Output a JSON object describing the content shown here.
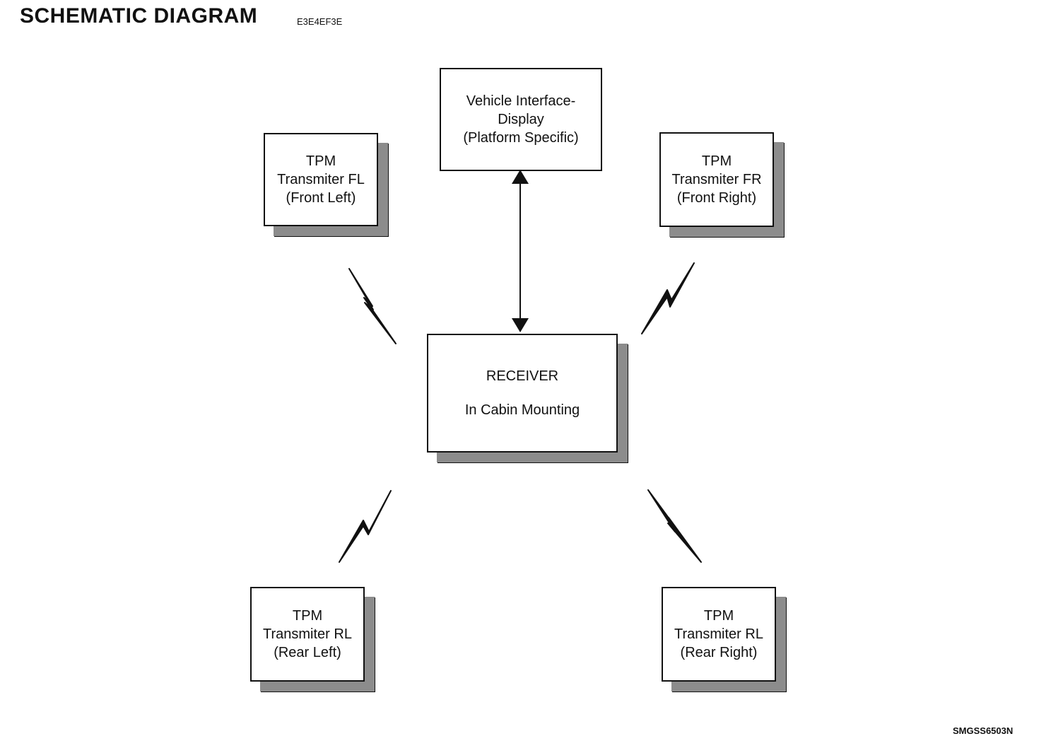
{
  "header": {
    "title": "SCHEMATIC DIAGRAM",
    "code": "E3E4EF3E"
  },
  "footer": {
    "figure_code": "SMGSS6503N"
  },
  "nodes": {
    "display": {
      "line1": "Vehicle Interface-",
      "line2": "Display",
      "line3": "(Platform Specific)"
    },
    "receiver": {
      "line1": "RECEIVER",
      "line2": "In Cabin Mounting"
    },
    "fl": {
      "line1": "TPM",
      "line2": "Transmiter FL",
      "line3": "(Front Left)"
    },
    "fr": {
      "line1": "TPM",
      "line2": "Transmiter FR",
      "line3": "(Front Right)"
    },
    "rl": {
      "line1": "TPM",
      "line2": "Transmiter RL",
      "line3": "(Rear Left)"
    },
    "rr": {
      "line1": "TPM",
      "line2": "Transmiter RL",
      "line3": "(Rear Right)"
    }
  }
}
